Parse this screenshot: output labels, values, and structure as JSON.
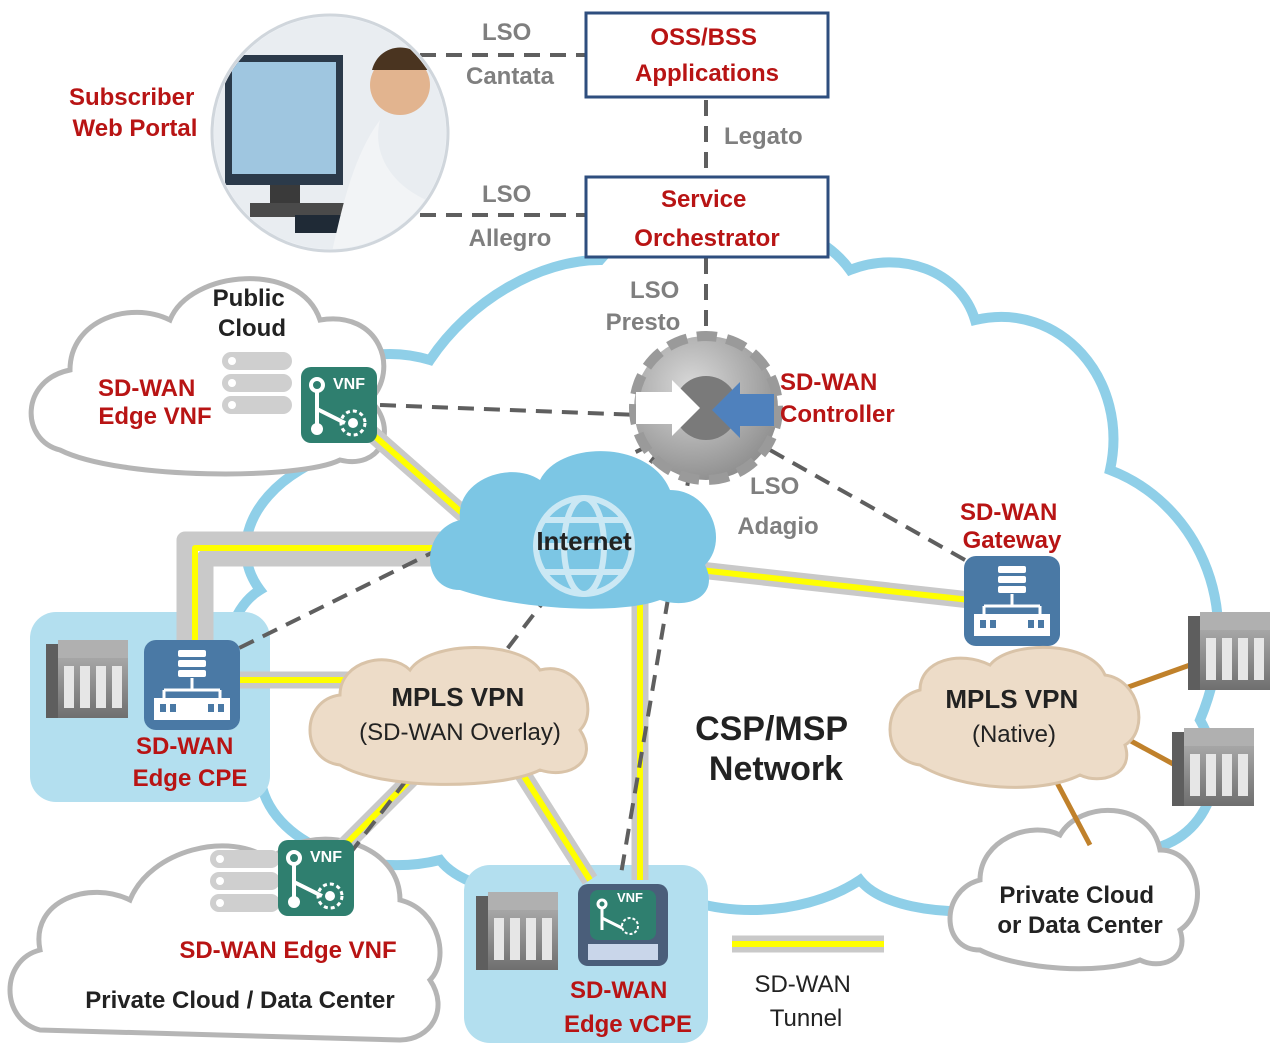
{
  "colors": {
    "accent_red": "#b81414",
    "label_gray": "#7f7f7f",
    "network_cloud_stroke": "#8fcfe8",
    "internet_cloud": "#7cc6e4",
    "site_panel": "#b3dfef",
    "device_blue": "#4a79a5",
    "vnf_green": "#2f7f6f",
    "mpls_cloud": "#eddcc8",
    "tunnel_gray": "#c9c9c9",
    "tunnel_yellow": "#ffff00",
    "box_border": "#2e4e7e",
    "native_link": "#c0812b"
  },
  "icons": [
    "person-at-computer-photo",
    "server-rack-icon",
    "vnf-icon",
    "globe-icon",
    "controller-gear-icon",
    "network-switch-icon",
    "building-icon"
  ],
  "portal": {
    "line1": "Subscriber",
    "line2": "Web Portal"
  },
  "oss": {
    "line1": "OSS/BSS",
    "line2": "Applications"
  },
  "orchestrator": {
    "line1": "Service",
    "line2": "Orchestrator"
  },
  "interfaces": {
    "cantata": {
      "line1": "LSO",
      "line2": "Cantata"
    },
    "legato": {
      "line1": "Legato"
    },
    "allegro": {
      "line1": "LSO",
      "line2": "Allegro"
    },
    "presto": {
      "line1": "LSO",
      "line2": "Presto"
    },
    "adagio": {
      "line1": "LSO",
      "line2": "Adagio"
    }
  },
  "public_cloud": {
    "line1": "Public",
    "line2": "Cloud",
    "vnf_line1": "SD-WAN",
    "vnf_line2": "Edge VNF"
  },
  "controller": {
    "line1": "SD-WAN",
    "line2": "Controller"
  },
  "internet": {
    "label": "Internet"
  },
  "gateway": {
    "line1": "SD-WAN",
    "line2": "Gateway"
  },
  "edge_cpe": {
    "line1": "SD-WAN",
    "line2": "Edge CPE"
  },
  "mpls_overlay": {
    "line1": "MPLS VPN",
    "line2": "(SD-WAN Overlay)"
  },
  "mpls_native": {
    "line1": "MPLS VPN",
    "line2": "(Native)"
  },
  "csp_network": {
    "line1": "CSP/MSP",
    "line2": "Network"
  },
  "private_dc_left": {
    "vnf_label": "SD-WAN Edge VNF",
    "label": "Private Cloud / Data Center"
  },
  "edge_vcpe": {
    "line1": "SD-WAN",
    "line2": "Edge vCPE"
  },
  "private_dc_right": {
    "line1": "Private Cloud",
    "line2": "or Data Center"
  },
  "vnf_badge": "VNF",
  "legend": {
    "line1": "SD-WAN",
    "line2": "Tunnel"
  }
}
